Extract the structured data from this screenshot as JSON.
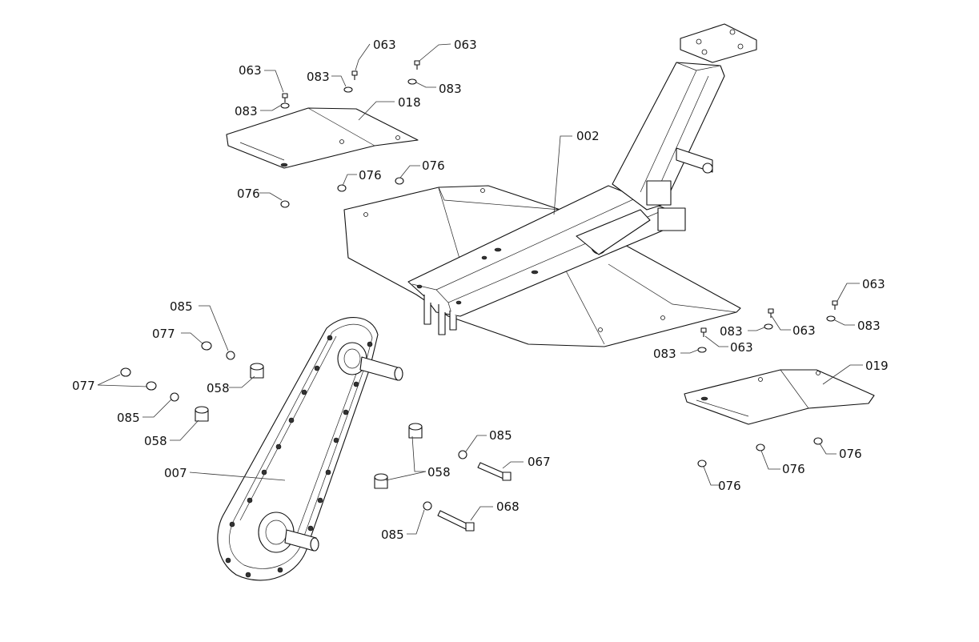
{
  "diagram": {
    "labels": {
      "l002": "002",
      "l007": "007",
      "l018": "018",
      "l019": "019",
      "l058a": "058",
      "l058b": "058",
      "l058c": "058",
      "l063a": "063",
      "l063b": "063",
      "l063c": "063",
      "l063d": "063",
      "l063e": "063",
      "l063f": "063",
      "l067": "067",
      "l068": "068",
      "l076a": "076",
      "l076b": "076",
      "l076c": "076",
      "l076d": "076",
      "l076e": "076",
      "l076f": "076",
      "l077a": "077",
      "l077b": "077",
      "l083a": "083",
      "l083b": "083",
      "l083c": "083",
      "l083d": "083",
      "l083e": "083",
      "l083f": "083",
      "l085a": "085",
      "l085b": "085",
      "l085c": "085",
      "l085d": "085"
    }
  }
}
